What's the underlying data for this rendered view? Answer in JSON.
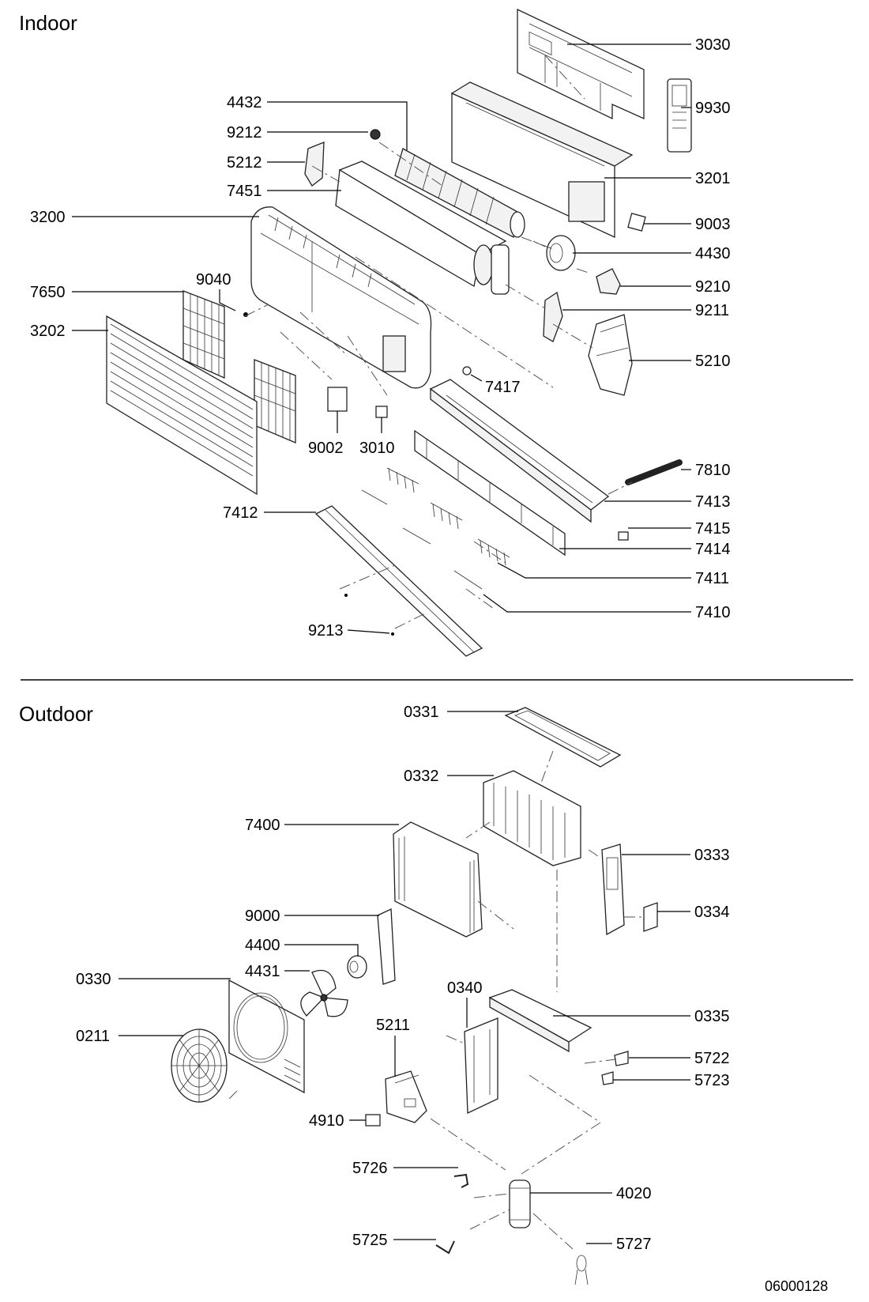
{
  "sections": {
    "indoor_title": "Indoor",
    "outdoor_title": "Outdoor"
  },
  "document_id": "06000128",
  "indoor_labels": {
    "p3030": "3030",
    "p9930": "9930",
    "p4432": "4432",
    "p9212": "9212",
    "p5212": "5212",
    "p7451": "7451",
    "p3201": "3201",
    "p3200": "3200",
    "p9003": "9003",
    "p4430": "4430",
    "p9040": "9040",
    "p7650": "7650",
    "p9210": "9210",
    "p9211": "9211",
    "p3202": "3202",
    "p5210": "5210",
    "p7417": "7417",
    "p9002": "9002",
    "p3010": "3010",
    "p7810": "7810",
    "p7413": "7413",
    "p7412": "7412",
    "p7415": "7415",
    "p7414": "7414",
    "p7411": "7411",
    "p7410": "7410",
    "p9213": "9213"
  },
  "outdoor_labels": {
    "p0331": "0331",
    "p0332": "0332",
    "p7400": "7400",
    "p0333": "0333",
    "p0334": "0334",
    "p9000": "9000",
    "p4400": "4400",
    "p4431": "4431",
    "p0330": "0330",
    "p0340": "0340",
    "p0335": "0335",
    "p5211": "5211",
    "p0211": "0211",
    "p5722": "5722",
    "p5723": "5723",
    "p4910": "4910",
    "p5726": "5726",
    "p4020": "4020",
    "p5725": "5725",
    "p5727": "5727"
  }
}
